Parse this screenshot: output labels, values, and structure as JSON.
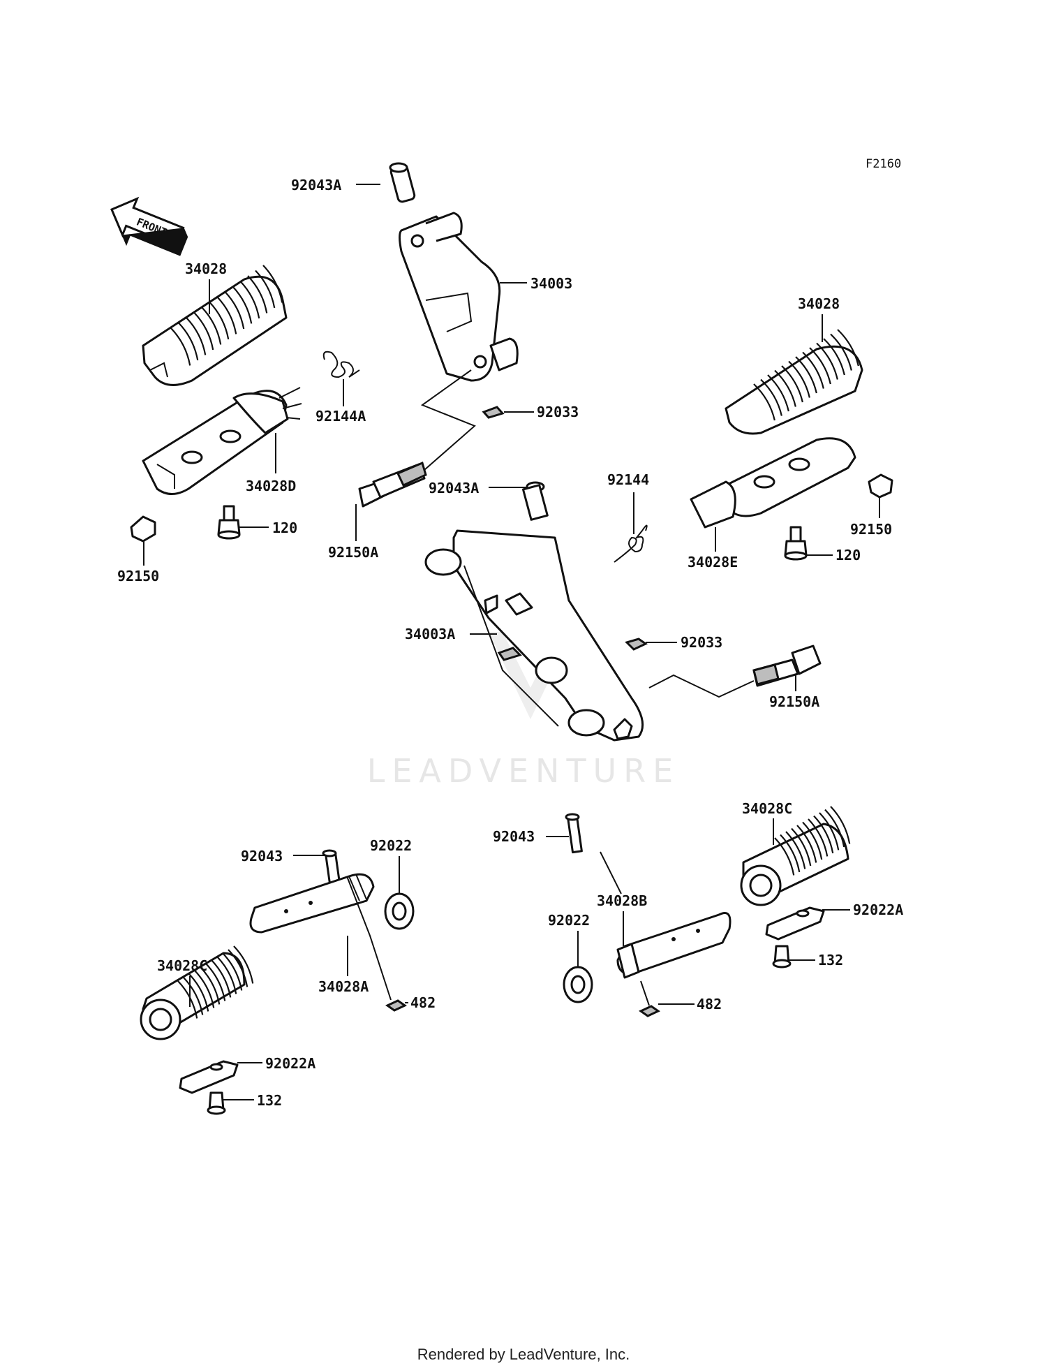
{
  "figure_code": "F2160",
  "front_arrow_text": "FRONT",
  "watermark": "LEADVENTURE",
  "footer": "Rendered by LeadVenture, Inc.",
  "callouts": [
    {
      "id": "c1",
      "label": "92043A"
    },
    {
      "id": "c2",
      "label": "34003"
    },
    {
      "id": "c3",
      "label": "34028"
    },
    {
      "id": "c4",
      "label": "34028"
    },
    {
      "id": "c5",
      "label": "92144A"
    },
    {
      "id": "c6",
      "label": "92033"
    },
    {
      "id": "c7",
      "label": "34028D"
    },
    {
      "id": "c8",
      "label": "120"
    },
    {
      "id": "c9",
      "label": "92150"
    },
    {
      "id": "c10",
      "label": "92150A"
    },
    {
      "id": "c11",
      "label": "92043A"
    },
    {
      "id": "c12",
      "label": "92144"
    },
    {
      "id": "c13",
      "label": "92150"
    },
    {
      "id": "c14",
      "label": "34028E"
    },
    {
      "id": "c15",
      "label": "120"
    },
    {
      "id": "c16",
      "label": "34003A"
    },
    {
      "id": "c17",
      "label": "92033"
    },
    {
      "id": "c18",
      "label": "92150A"
    },
    {
      "id": "c19",
      "label": "34028C"
    },
    {
      "id": "c20",
      "label": "92043"
    },
    {
      "id": "c21",
      "label": "92022"
    },
    {
      "id": "c22",
      "label": "92043"
    },
    {
      "id": "c23",
      "label": "34028B"
    },
    {
      "id": "c24",
      "label": "92022A"
    },
    {
      "id": "c25",
      "label": "92022"
    },
    {
      "id": "c26",
      "label": "132"
    },
    {
      "id": "c27",
      "label": "34028C"
    },
    {
      "id": "c28",
      "label": "34028A"
    },
    {
      "id": "c29",
      "label": "482"
    },
    {
      "id": "c30",
      "label": "482"
    },
    {
      "id": "c31",
      "label": "92022A"
    },
    {
      "id": "c32",
      "label": "132"
    }
  ]
}
